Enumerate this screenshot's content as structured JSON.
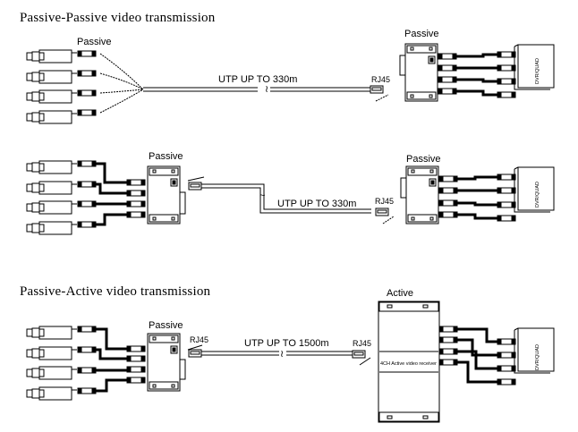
{
  "sections": [
    {
      "title": "Passive-Passive video transmission",
      "diagrams": [
        {
          "transmitter_label": "Passive",
          "cable_label": "UTP UP TO 330m",
          "connector_label": "RJ45",
          "receiver_label": "Passive",
          "dvr_label": "DVR/QUAD"
        },
        {
          "transmitter_label": "Passive",
          "cable_label": "UTP UP TO 330m",
          "connector_label": "RJ45",
          "receiver_label": "Passive",
          "dvr_label": "DVR/QUAD"
        }
      ]
    },
    {
      "title": "Passive-Active video transmission",
      "diagrams": [
        {
          "transmitter_label": "Passive",
          "transmitter_connector_label": "RJ45",
          "cable_label": "UTP UP TO 1500m",
          "connector_label": "RJ45",
          "receiver_label": "Active",
          "receiver_device_text": "4CH Active video receiver",
          "dvr_label": "DVR/QUAD"
        }
      ]
    }
  ],
  "camera_count": 4
}
